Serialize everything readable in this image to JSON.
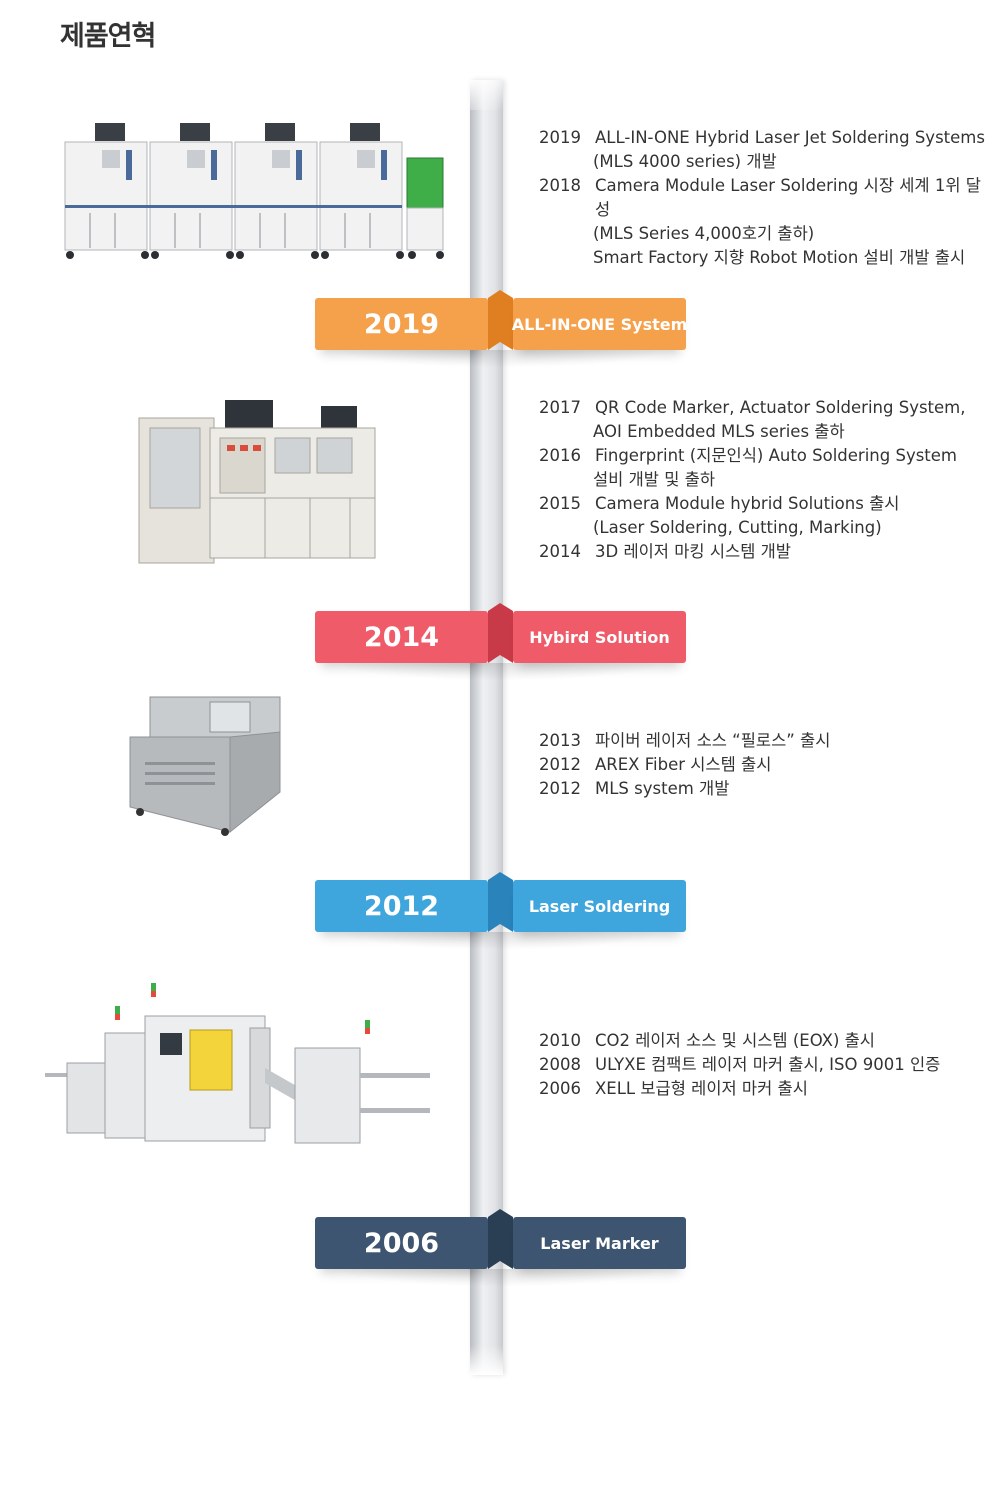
{
  "title": "제품연혁",
  "milestones": [
    {
      "year": "2019",
      "label": "ALL-IN-ONE System",
      "color": "#f5a04a",
      "fold": "#e07f22"
    },
    {
      "year": "2014",
      "label": "Hybird Solution",
      "color": "#ef5b68",
      "fold": "#c93a48"
    },
    {
      "year": "2012",
      "label": "Laser Soldering",
      "color": "#3fa5dd",
      "fold": "#2a83bb"
    },
    {
      "year": "2006",
      "label": "Laser Marker",
      "color": "#3d5570",
      "fold": "#2a3e54"
    }
  ],
  "groups": [
    {
      "entries": [
        {
          "year": "2019",
          "lines": [
            "ALL-IN-ONE Hybrid Laser Jet Soldering Systems",
            "(MLS 4000 series) 개발"
          ]
        },
        {
          "year": "2018",
          "lines": [
            "Camera Module Laser Soldering 시장 세계 1위 달성",
            "(MLS Series 4,000호기 출하)",
            "Smart Factory 지향 Robot Motion 설비 개발 출시"
          ]
        }
      ]
    },
    {
      "entries": [
        {
          "year": "2017",
          "lines": [
            "QR Code Marker, Actuator Soldering System,",
            "AOI Embedded MLS series 출하"
          ]
        },
        {
          "year": "2016",
          "lines": [
            "Fingerprint (지문인식) Auto Soldering System",
            "설비 개발 및 출하"
          ]
        },
        {
          "year": "2015",
          "lines": [
            "Camera Module hybrid Solutions 출시",
            "(Laser Soldering, Cutting, Marking)"
          ]
        },
        {
          "year": "2014",
          "lines": [
            "3D 레이저 마킹 시스템 개발"
          ]
        }
      ]
    },
    {
      "entries": [
        {
          "year": "2013",
          "lines": [
            "파이버 레이저 소스 “필로스” 출시"
          ]
        },
        {
          "year": "2012",
          "lines": [
            "AREX Fiber 시스템 출시"
          ]
        },
        {
          "year": "2012",
          "lines": [
            "MLS system 개발"
          ]
        }
      ]
    },
    {
      "entries": [
        {
          "year": "2010",
          "lines": [
            "CO2 레이저 소스 및 시스템 (EOX) 출시"
          ]
        },
        {
          "year": "2008",
          "lines": [
            "ULYXE 컴팩트 레이저 마커 출시, ISO 9001 인증"
          ]
        },
        {
          "year": "2006",
          "lines": [
            "XELL 보급형 레이저 마커 출시"
          ]
        }
      ]
    }
  ]
}
